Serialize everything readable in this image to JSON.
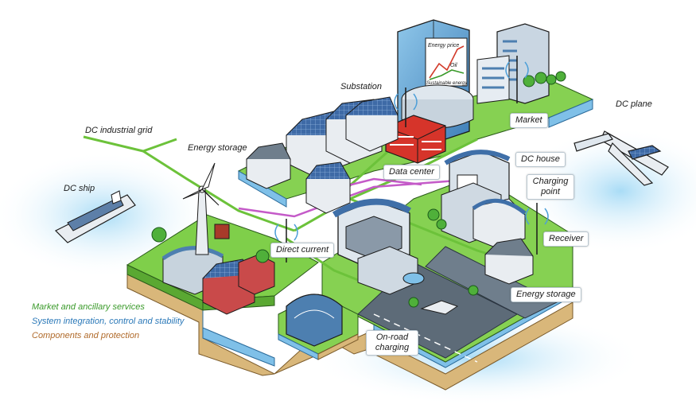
{
  "labels": {
    "dc_industrial_grid": "DC industrial grid",
    "energy_storage_top": "Energy storage",
    "substation": "Substation",
    "dc_plane": "DC plane",
    "dc_ship": "DC ship",
    "market": "Market",
    "dc_house": "DC house",
    "data_center": "Data center",
    "charging_point": "Charging point",
    "receiver": "Receiver",
    "direct_current": "Direct current",
    "energy_storage_bottom": "Energy storage",
    "on_road_charging": "On-road charging"
  },
  "billboard": {
    "energy_price": "Energy price",
    "oil": "Oil",
    "sustainable_energy": "Sustainable energy"
  },
  "legend": [
    {
      "text": "Market and ancillary services",
      "color": "#3a9a2a"
    },
    {
      "text": "System integration, control and stability",
      "color": "#2a78b8"
    },
    {
      "text": "Components and protection",
      "color": "#b06a2a"
    }
  ],
  "colors": {
    "grid_line": "#6cc23a",
    "data_line": "#c45ac8",
    "layer_green": "#8fd04a",
    "layer_blue": "#7fc0e8",
    "layer_tan": "#d9b77a",
    "water": "#bfe3f5",
    "roof_blue": "#3f6fa8"
  }
}
